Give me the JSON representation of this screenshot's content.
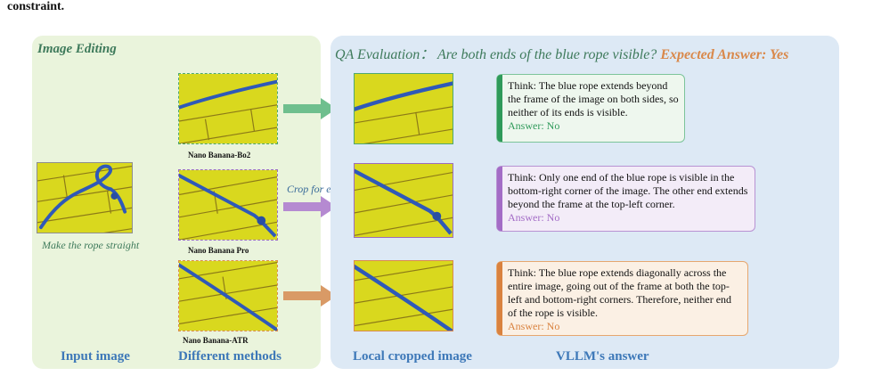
{
  "caption_fragment": "constraint.",
  "left_panel": {
    "title": "Image Editing",
    "input_prompt": "Make the rope straight",
    "input_label": "Input image",
    "methods_label": "Different methods",
    "methods": [
      {
        "name": "Nano Banana-Bo2",
        "color": "#4fa870"
      },
      {
        "name": "Nano Banana Pro",
        "color": "#9b6cbf"
      },
      {
        "name": "Nano Banana-ATR",
        "color": "#d98a4e"
      }
    ]
  },
  "crop_label": "Crop for eval.",
  "right_panel": {
    "qa_prefix": "QA Evaluation：",
    "question": "Are both ends of the blue rope visible?",
    "expected": "Expected Answer: Yes",
    "cropped_label": "Local cropped image",
    "vllm_label": "VLLM's answer",
    "answers": [
      {
        "think": "Think: The blue rope extends beyond the frame of the image on both sides, so neither of its ends is visible.",
        "answer": "Answer: No",
        "color": "#2f9a5a",
        "bg": "#eef7ee",
        "border": "#7cc49a"
      },
      {
        "think": "Think: Only one end of the blue rope is visible in the bottom-right corner of the image. The other end extends beyond the frame at the top-left corner.",
        "answer": "Answer: No",
        "color": "#a36cc6",
        "bg": "#f3ecf8",
        "border": "#b892d3"
      },
      {
        "think": "Think: The blue rope extends diagonally across the entire image, going out of the frame at both the top-left and bottom-right corners. Therefore, neither end of the rope is visible.",
        "answer": "Answer: No",
        "color": "#d9823f",
        "bg": "#fbf0e4",
        "border": "#e6a76f"
      }
    ]
  },
  "colors": {
    "wood": "#d9d81e",
    "rope": "#2f59b8",
    "arrow_green": "#6fbf8e",
    "arrow_purple": "#b58ad1",
    "arrow_orange": "#d99a66"
  }
}
